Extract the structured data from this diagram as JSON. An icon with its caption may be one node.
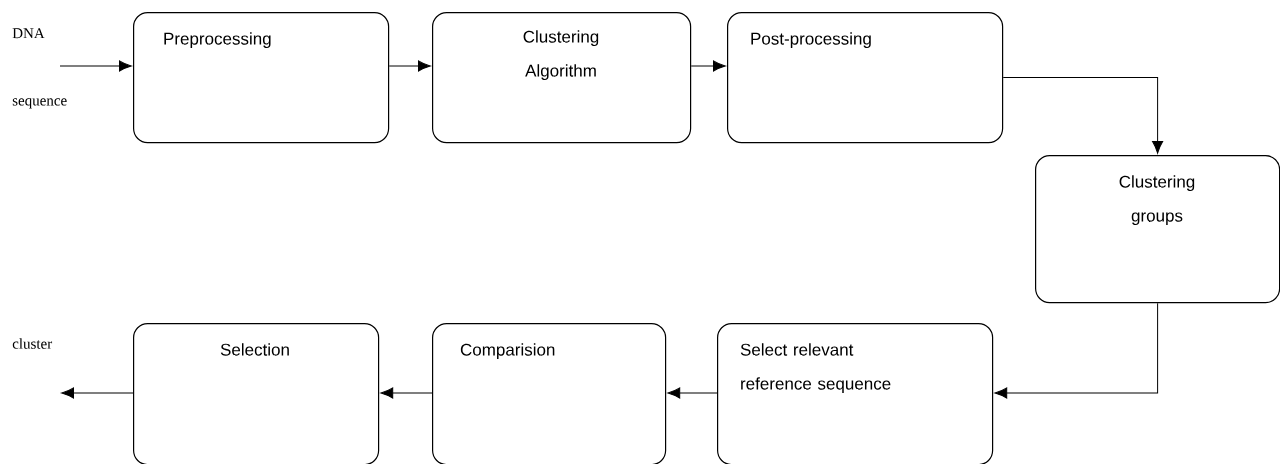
{
  "diagram": {
    "nodes": [
      {
        "text": [
          "Preprocessing"
        ]
      },
      {
        "text": [
          "Clustering Algorithm"
        ]
      },
      {
        "text": [
          "Post-processing"
        ]
      },
      {
        "text": [
          "Clustering groups"
        ]
      },
      {
        "text": [
          "Select relevant reference sequence"
        ]
      },
      {
        "text": [
          "Comparision"
        ]
      },
      {
        "text": [
          "Selection"
        ]
      }
    ],
    "edges": [
      {
        "from": null,
        "to": 0,
        "arrow": "to"
      },
      {
        "from": 0,
        "to": 1,
        "arrow": "to"
      },
      {
        "from": 1,
        "to": 2,
        "arrow": "to"
      },
      {
        "from": 2,
        "to": 3,
        "arrow": "to"
      },
      {
        "from": 3,
        "to": 4,
        "arrow": "to"
      },
      {
        "from": 4,
        "to": 5,
        "arrow": "to"
      },
      {
        "from": 5,
        "to": 6,
        "arrow": "to"
      },
      {
        "from": 6,
        "to": null,
        "arrow": "to"
      }
    ],
    "labels": [
      "DNA",
      "sequence",
      "cluster"
    ]
  }
}
